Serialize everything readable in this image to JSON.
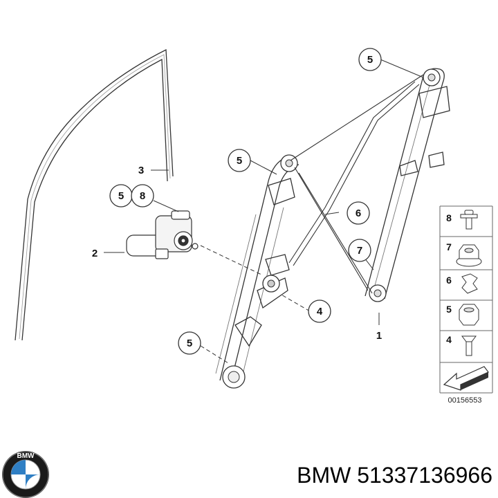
{
  "diagram": {
    "callouts": {
      "c1": "1",
      "c2": "2",
      "c3": "3",
      "c4": "4",
      "c5a": "5",
      "c5b": "5",
      "c5c": "5",
      "c5d": "5",
      "c8": "8",
      "c6": "6",
      "c7": "7"
    },
    "legend": [
      {
        "num": "8",
        "icon": "screw-bolt-icon"
      },
      {
        "num": "7",
        "icon": "flange-nut-icon"
      },
      {
        "num": "6",
        "icon": "cable-clip-icon"
      },
      {
        "num": "5",
        "icon": "hex-nut-icon"
      },
      {
        "num": "4",
        "icon": "countersunk-screw-icon"
      }
    ],
    "drawing_code": "00156553",
    "icons": {
      "direction_arrow": "direction-arrow-icon"
    }
  },
  "footer": {
    "brand": "BMW",
    "title": "BMW 51337136966",
    "logo_icon": "bmw-logo-icon"
  }
}
